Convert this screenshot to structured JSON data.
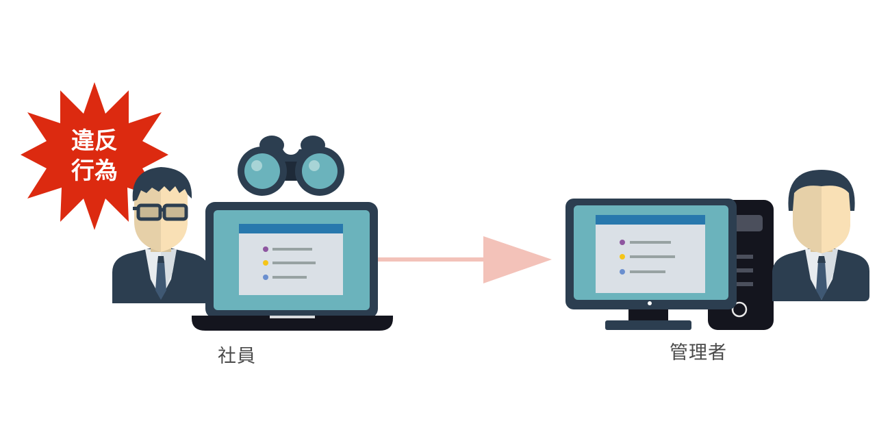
{
  "diagram": {
    "burst": {
      "line1": "違反",
      "line2": "行為",
      "color": "#dc2a10"
    },
    "employee": {
      "label": "社員",
      "role": "employee-with-glasses"
    },
    "admin": {
      "label": "管理者",
      "role": "administrator"
    },
    "arrow": {
      "direction": "right",
      "from": "employee-laptop",
      "to": "admin-desktop",
      "color": "#f3c2b9"
    },
    "monitoring_icon": "binoculars-icon",
    "screen_list": {
      "bullets": [
        {
          "color": "#8e56a0"
        },
        {
          "color": "#f5c518"
        },
        {
          "color": "#6a8fcf"
        }
      ]
    },
    "colors": {
      "dark_navy": "#2c3e50",
      "screen_teal": "#6bb3bc",
      "window_header": "#2878ad",
      "window_body": "#dae0e6",
      "laptop_base": "#14151e",
      "skin_light": "#f9e0b5",
      "skin_shade": "#e6d0a8"
    }
  }
}
